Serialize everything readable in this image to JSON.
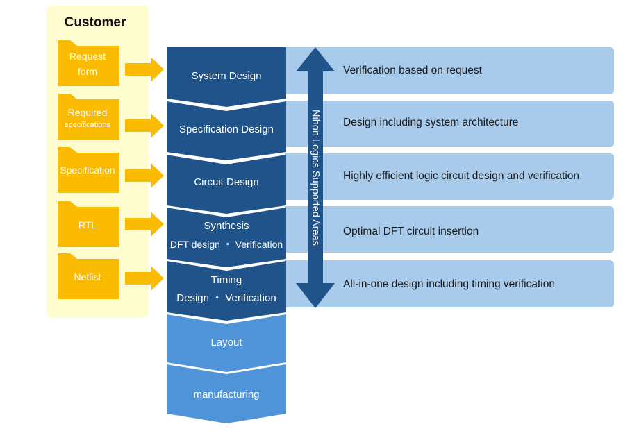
{
  "colors": {
    "customer_bg": "#fefdd0",
    "document_fill": "#fbbb00",
    "input_arrow": "#fbbb00",
    "step_dark": "#1f5389",
    "step_light": "#4f93d8",
    "desc_bg": "#a8caeb",
    "support_arrow": "#1f5389"
  },
  "customer": {
    "title": "Customer",
    "documents": [
      {
        "lines": [
          "Request",
          "form"
        ],
        "small": false
      },
      {
        "lines": [
          "Required",
          "specifications"
        ],
        "small": true
      },
      {
        "lines": [
          "Specification"
        ],
        "small": false
      },
      {
        "lines": [
          "RTL"
        ],
        "small": false
      },
      {
        "lines": [
          "Netlist"
        ],
        "small": false
      }
    ]
  },
  "flow": {
    "steps": [
      {
        "lines": [
          "System Design"
        ],
        "supported": true
      },
      {
        "lines": [
          "Specification Design"
        ],
        "supported": true
      },
      {
        "lines": [
          "Circuit Design"
        ],
        "supported": true
      },
      {
        "lines": [
          "Synthesis",
          "DFT design ・ Verification"
        ],
        "supported": true
      },
      {
        "lines": [
          "Timing",
          "Design ・ Verification"
        ],
        "supported": true
      },
      {
        "lines": [
          "Layout"
        ],
        "supported": false
      },
      {
        "lines": [
          "manufacturing"
        ],
        "supported": false
      }
    ]
  },
  "supported_areas": {
    "label": "Nihon Logics Supported Areas",
    "descriptions": [
      "Verification based on request",
      "Design including system architecture",
      "Highly efficient logic circuit design and verification",
      "Optimal DFT circuit insertion",
      "All-in-one design including timing verification"
    ]
  }
}
